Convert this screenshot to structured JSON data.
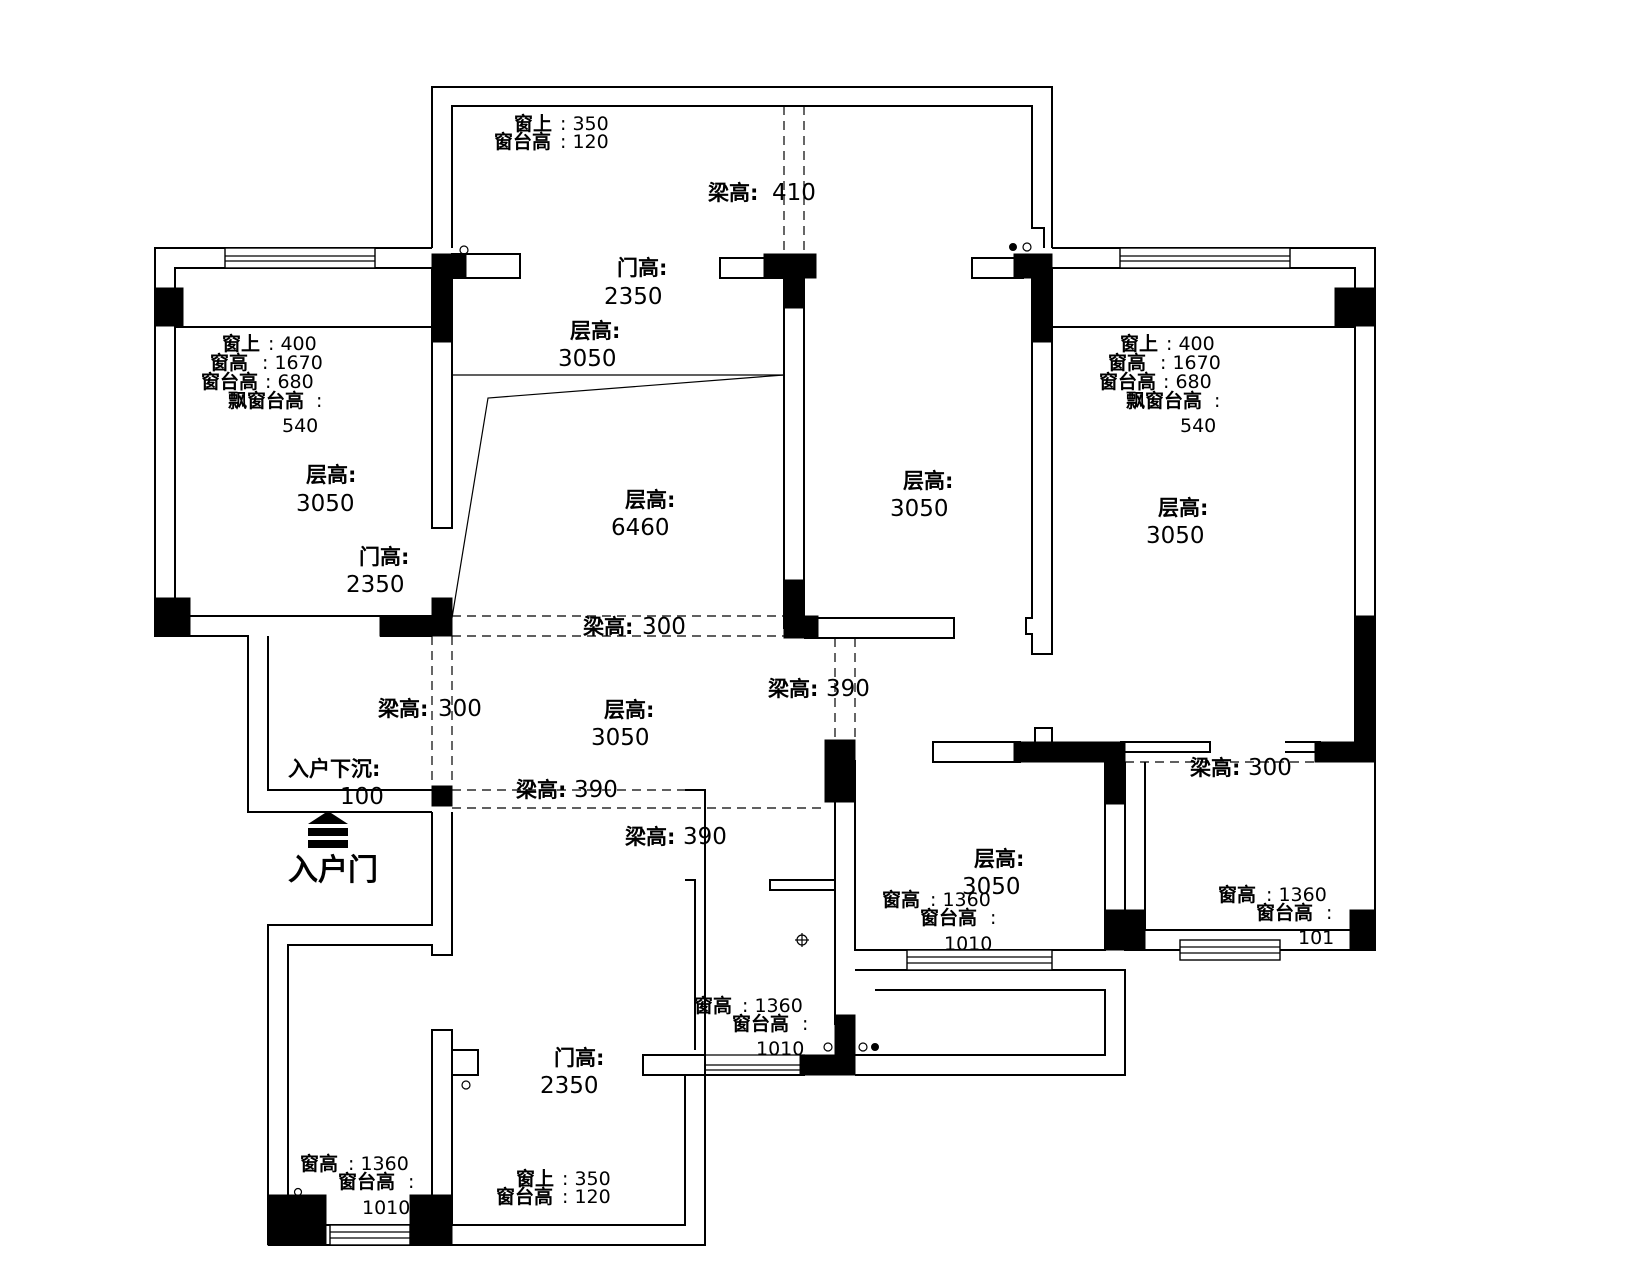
{
  "labels": {
    "window_top": "窗上",
    "window_height": "窗高",
    "sill_height": "窗台高",
    "bay_sill_height": "飘窗台高",
    "door_height": "门高:",
    "floor_height": "层高:",
    "beam_height": "梁高:",
    "entry_sunken": "入户下沉:",
    "entry_door": "入户门"
  },
  "values": {
    "top_room_window_top": ": 350",
    "top_room_sill": ": 120",
    "beam_410": "410",
    "door_2350": "2350",
    "floor_3050": "3050",
    "floor_6460": "6460",
    "win_top_400": ": 400",
    "win_h_1670": ": 1670",
    "sill_680": ": 680",
    "bay_sill_colon": ":",
    "bay_sill_540": "540",
    "beam_300": "300",
    "beam_390": "390",
    "sunken_100": "100",
    "win_h_1360": ": 1360",
    "sill_colon": ":",
    "sill_1010": "1010",
    "sill_1010_cut": "101",
    "bottom_room_window_top": ": 350",
    "bottom_room_sill": ": 120"
  }
}
